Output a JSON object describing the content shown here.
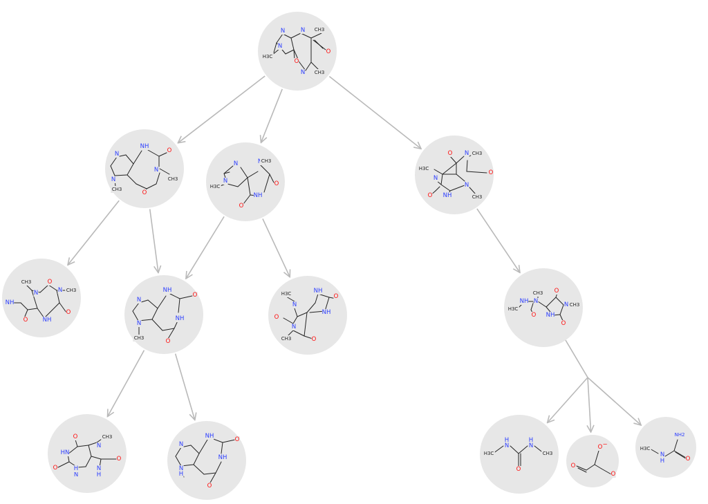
{
  "colors": {
    "edge": "#b9b9b9",
    "node": "#e7e7e7",
    "N": "#2a3cff",
    "O": "#ff0d0d",
    "C": "#222222"
  },
  "nodes": [
    {
      "id": "caffeine",
      "atoms": [
        {
          "t": "N",
          "e": "N"
        },
        {
          "t": "N",
          "e": "N"
        },
        {
          "t": "O",
          "e": "O"
        },
        {
          "t": "N",
          "e": "N"
        },
        {
          "t": "O",
          "e": "O"
        },
        {
          "t": "N",
          "e": "N"
        },
        {
          "t": "CH3",
          "e": "C"
        },
        {
          "t": "CH3",
          "e": "C"
        },
        {
          "t": "H3C",
          "e": "C"
        }
      ]
    },
    {
      "id": "theobromine-a",
      "atoms": [
        {
          "t": "N",
          "e": "N"
        },
        {
          "t": "NH",
          "e": "N"
        },
        {
          "t": "O",
          "e": "O"
        },
        {
          "t": "N",
          "e": "N"
        },
        {
          "t": "CH3",
          "e": "C"
        },
        {
          "t": "N",
          "e": "N"
        },
        {
          "t": "O",
          "e": "O"
        },
        {
          "t": "CH3",
          "e": "C"
        }
      ]
    },
    {
      "id": "theophylline-b",
      "atoms": [
        {
          "t": "N",
          "e": "N"
        },
        {
          "t": "N",
          "e": "N"
        },
        {
          "t": "CH3",
          "e": "C"
        },
        {
          "t": "O",
          "e": "O"
        },
        {
          "t": "NH",
          "e": "N"
        },
        {
          "t": "O",
          "e": "O"
        },
        {
          "t": "N",
          "e": "N"
        },
        {
          "t": "H3C",
          "e": "C"
        }
      ]
    },
    {
      "id": "trimethyluric-c",
      "atoms": [
        {
          "t": "O",
          "e": "O"
        },
        {
          "t": "N",
          "e": "N"
        },
        {
          "t": "CH3",
          "e": "C"
        },
        {
          "t": "O",
          "e": "O"
        },
        {
          "t": "N",
          "e": "N"
        },
        {
          "t": "CH3",
          "e": "C"
        },
        {
          "t": "NH",
          "e": "N"
        },
        {
          "t": "O",
          "e": "O"
        },
        {
          "t": "N",
          "e": "N"
        },
        {
          "t": "H3C",
          "e": "C"
        }
      ]
    },
    {
      "id": "dimethyluric-d",
      "atoms": [
        {
          "t": "CH3",
          "e": "C"
        },
        {
          "t": "O",
          "e": "O"
        },
        {
          "t": "N",
          "e": "N"
        },
        {
          "t": "CH3",
          "e": "C"
        },
        {
          "t": "O",
          "e": "O"
        },
        {
          "t": "N",
          "e": "N"
        },
        {
          "t": "NH",
          "e": "N"
        },
        {
          "t": "O",
          "e": "O"
        },
        {
          "t": "NH",
          "e": "N"
        }
      ]
    },
    {
      "id": "methylxanthine-e",
      "atoms": [
        {
          "t": "N",
          "e": "N"
        },
        {
          "t": "NH",
          "e": "N"
        },
        {
          "t": "O",
          "e": "O"
        },
        {
          "t": "NH",
          "e": "N"
        },
        {
          "t": "O",
          "e": "O"
        },
        {
          "t": "N",
          "e": "N"
        },
        {
          "t": "CH3",
          "e": "C"
        }
      ]
    },
    {
      "id": "dimethyluric-f",
      "atoms": [
        {
          "t": "H3C",
          "e": "C"
        },
        {
          "t": "N",
          "e": "N"
        },
        {
          "t": "NH",
          "e": "N"
        },
        {
          "t": "O",
          "e": "O"
        },
        {
          "t": "O",
          "e": "O"
        },
        {
          "t": "NH",
          "e": "N"
        },
        {
          "t": "N",
          "e": "N"
        },
        {
          "t": "CH3",
          "e": "C"
        },
        {
          "t": "O",
          "e": "O"
        }
      ]
    },
    {
      "id": "hydantoin-urea-g",
      "atoms": [
        {
          "t": "H3C",
          "e": "C"
        },
        {
          "t": "NH",
          "e": "N"
        },
        {
          "t": "N",
          "e": "N"
        },
        {
          "t": "CH3",
          "e": "C"
        },
        {
          "t": "O",
          "e": "O"
        },
        {
          "t": "O",
          "e": "O"
        },
        {
          "t": "N",
          "e": "N"
        },
        {
          "t": "CH3",
          "e": "C"
        },
        {
          "t": "NH",
          "e": "N"
        },
        {
          "t": "O",
          "e": "O"
        }
      ]
    },
    {
      "id": "methyluric-h",
      "atoms": [
        {
          "t": "O",
          "e": "O"
        },
        {
          "t": "CH3",
          "e": "C"
        },
        {
          "t": "N",
          "e": "N"
        },
        {
          "t": "HN",
          "e": "N"
        },
        {
          "t": "O",
          "e": "O"
        },
        {
          "t": "N",
          "e": "N"
        },
        {
          "t": "H",
          "e": "N"
        },
        {
          "t": "O",
          "e": "O"
        },
        {
          "t": "N",
          "e": "N"
        },
        {
          "t": "H",
          "e": "N"
        }
      ]
    },
    {
      "id": "xanthine-i",
      "atoms": [
        {
          "t": "N",
          "e": "N"
        },
        {
          "t": "NH",
          "e": "N"
        },
        {
          "t": "O",
          "e": "O"
        },
        {
          "t": "NH",
          "e": "N"
        },
        {
          "t": "O",
          "e": "O"
        },
        {
          "t": "N",
          "e": "N"
        },
        {
          "t": "H",
          "e": "N"
        }
      ]
    },
    {
      "id": "dimethylurea-j",
      "atoms": [
        {
          "t": "H",
          "e": "N"
        },
        {
          "t": "N",
          "e": "N"
        },
        {
          "t": "H",
          "e": "N"
        },
        {
          "t": "N",
          "e": "N"
        },
        {
          "t": "H3C",
          "e": "C"
        },
        {
          "t": "CH3",
          "e": "C"
        },
        {
          "t": "O",
          "e": "O"
        }
      ]
    },
    {
      "id": "glyoxylate-k",
      "atoms": [
        {
          "t": "O",
          "e": "O"
        },
        {
          "t": "−",
          "e": "O"
        },
        {
          "t": "O",
          "e": "O"
        },
        {
          "t": "O",
          "e": "O"
        }
      ]
    },
    {
      "id": "methylurea-l",
      "atoms": [
        {
          "t": "NH2",
          "e": "N"
        },
        {
          "t": "H3C",
          "e": "C"
        },
        {
          "t": "N",
          "e": "N"
        },
        {
          "t": "H",
          "e": "N"
        },
        {
          "t": "O",
          "e": "O"
        }
      ]
    }
  ],
  "edges": [
    {
      "from": "caffeine",
      "to": "theobromine-a"
    },
    {
      "from": "caffeine",
      "to": "theophylline-b"
    },
    {
      "from": "caffeine",
      "to": "trimethyluric-c"
    },
    {
      "from": "theobromine-a",
      "to": "dimethyluric-d"
    },
    {
      "from": "theobromine-a",
      "to": "methylxanthine-e"
    },
    {
      "from": "theophylline-b",
      "to": "methylxanthine-e"
    },
    {
      "from": "theophylline-b",
      "to": "dimethyluric-f"
    },
    {
      "from": "trimethyluric-c",
      "to": "hydantoin-urea-g"
    },
    {
      "from": "methylxanthine-e",
      "to": "methyluric-h"
    },
    {
      "from": "methylxanthine-e",
      "to": "xanthine-i"
    },
    {
      "from": "hydantoin-urea-g",
      "to": "dimethylurea-j"
    },
    {
      "from": "hydantoin-urea-g",
      "to": "glyoxylate-k"
    },
    {
      "from": "hydantoin-urea-g",
      "to": "methylurea-l"
    }
  ]
}
